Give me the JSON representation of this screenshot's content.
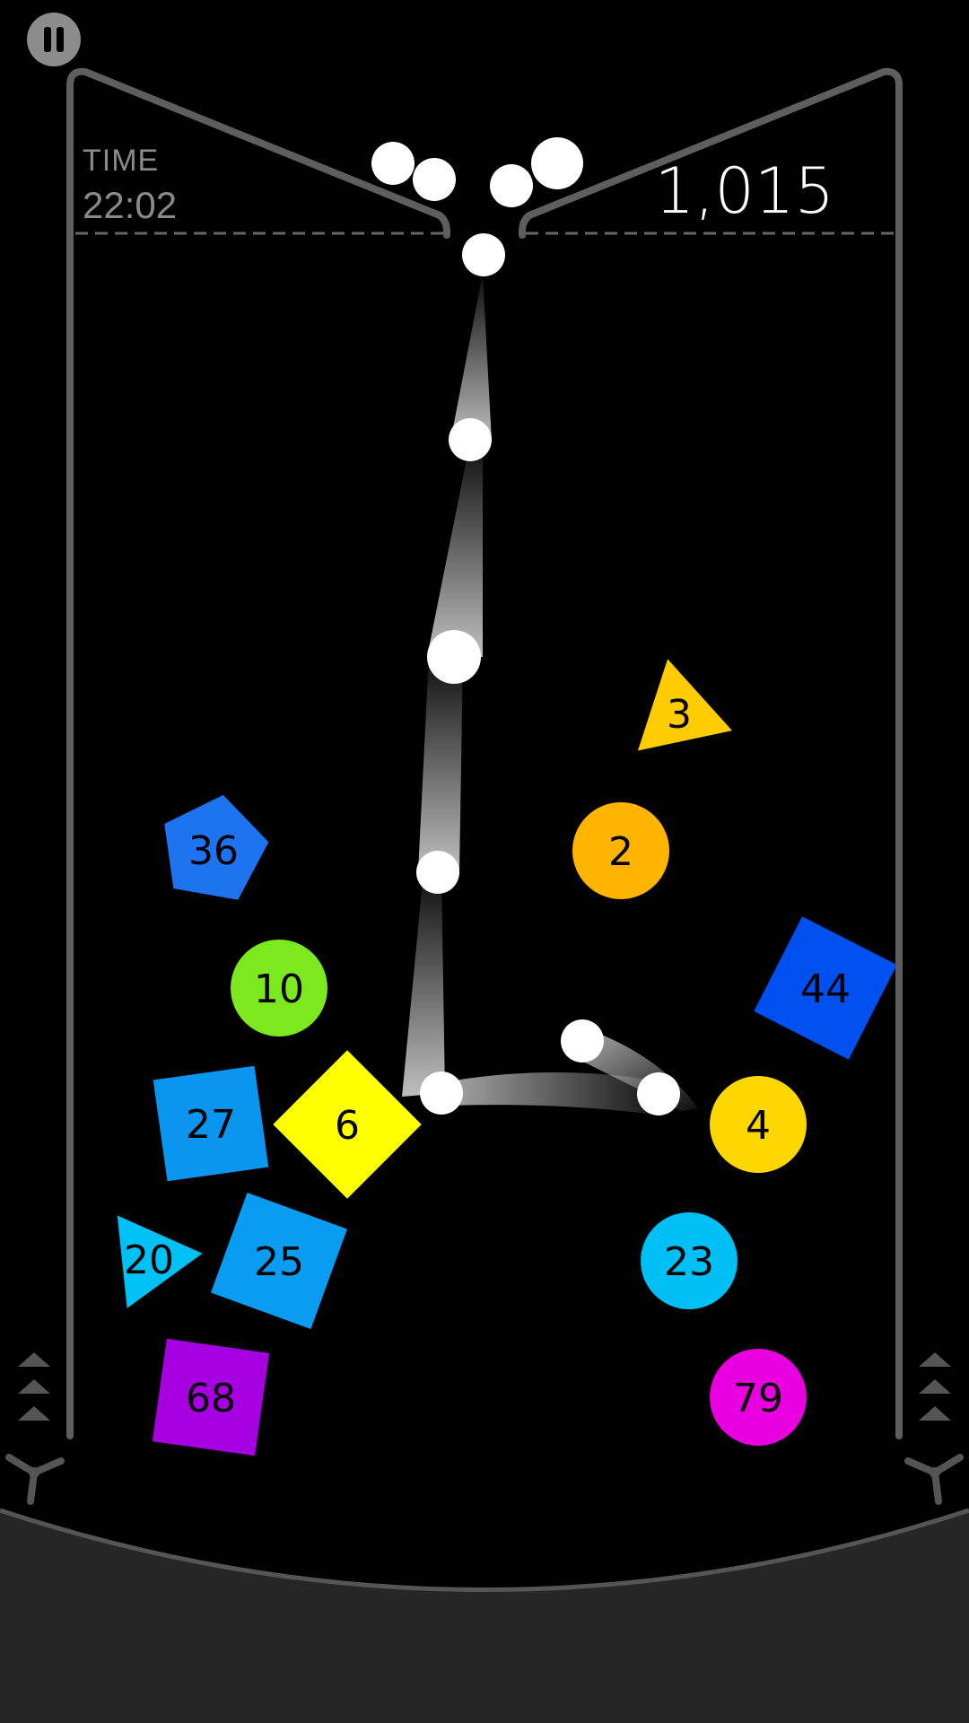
{
  "hud": {
    "time_label": "TIME",
    "time_value": "22:02",
    "score": "1,015"
  },
  "controls": {
    "pause_icon": "pause-icon",
    "left_boost_icon": "triple-chevron-up-icon",
    "right_boost_icon": "triple-chevron-up-icon",
    "left_flipper_icon": "three-prong-peg-icon",
    "right_flipper_icon": "three-prong-peg-icon"
  },
  "colors": {
    "background": "#000000",
    "wall": "#5e5e5e",
    "floor": "#262626",
    "ball": "#ffffff",
    "hud_text": "#8a8a8a",
    "score_text": "#ffffff"
  },
  "shapes": [
    {
      "kind": "triangle",
      "label": "3",
      "color": "#ffcc00"
    },
    {
      "kind": "pentagon",
      "label": "36",
      "color": "#1e73f0"
    },
    {
      "kind": "circle",
      "label": "2",
      "color": "#ffb400"
    },
    {
      "kind": "square",
      "label": "44",
      "color": "#0050f0"
    },
    {
      "kind": "circle",
      "label": "10",
      "color": "#7ce81e"
    },
    {
      "kind": "square",
      "label": "27",
      "color": "#0a96f0"
    },
    {
      "kind": "square",
      "label": "6",
      "color": "#ffff00"
    },
    {
      "kind": "circle",
      "label": "4",
      "color": "#ffd700"
    },
    {
      "kind": "triangle",
      "label": "20",
      "color": "#00c0f5"
    },
    {
      "kind": "square",
      "label": "25",
      "color": "#0a9cf0"
    },
    {
      "kind": "circle",
      "label": "23",
      "color": "#00bff5"
    },
    {
      "kind": "square",
      "label": "68",
      "color": "#a600e0"
    },
    {
      "kind": "circle",
      "label": "79",
      "color": "#e800e0"
    }
  ]
}
